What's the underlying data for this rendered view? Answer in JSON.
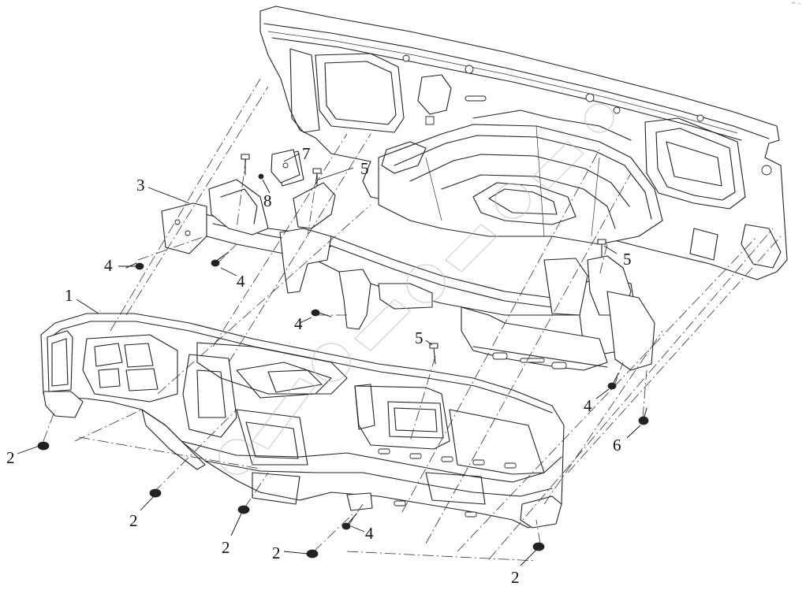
{
  "diagram": {
    "callouts": [
      {
        "id": "c1",
        "label": "1"
      },
      {
        "id": "c2a",
        "label": "2"
      },
      {
        "id": "c2b",
        "label": "2"
      },
      {
        "id": "c2c",
        "label": "2"
      },
      {
        "id": "c2d",
        "label": "2"
      },
      {
        "id": "c2e",
        "label": "2"
      },
      {
        "id": "c3",
        "label": "3"
      },
      {
        "id": "c4a",
        "label": "4"
      },
      {
        "id": "c4b",
        "label": "4"
      },
      {
        "id": "c4c",
        "label": "4"
      },
      {
        "id": "c4d",
        "label": "4"
      },
      {
        "id": "c4e",
        "label": "4"
      },
      {
        "id": "c5a",
        "label": "5"
      },
      {
        "id": "c5b",
        "label": "5"
      },
      {
        "id": "c5c",
        "label": "5"
      },
      {
        "id": "c6",
        "label": "6"
      },
      {
        "id": "c7",
        "label": "7"
      },
      {
        "id": "c8",
        "label": "8"
      }
    ],
    "watermark": "fault-code-watermark"
  }
}
